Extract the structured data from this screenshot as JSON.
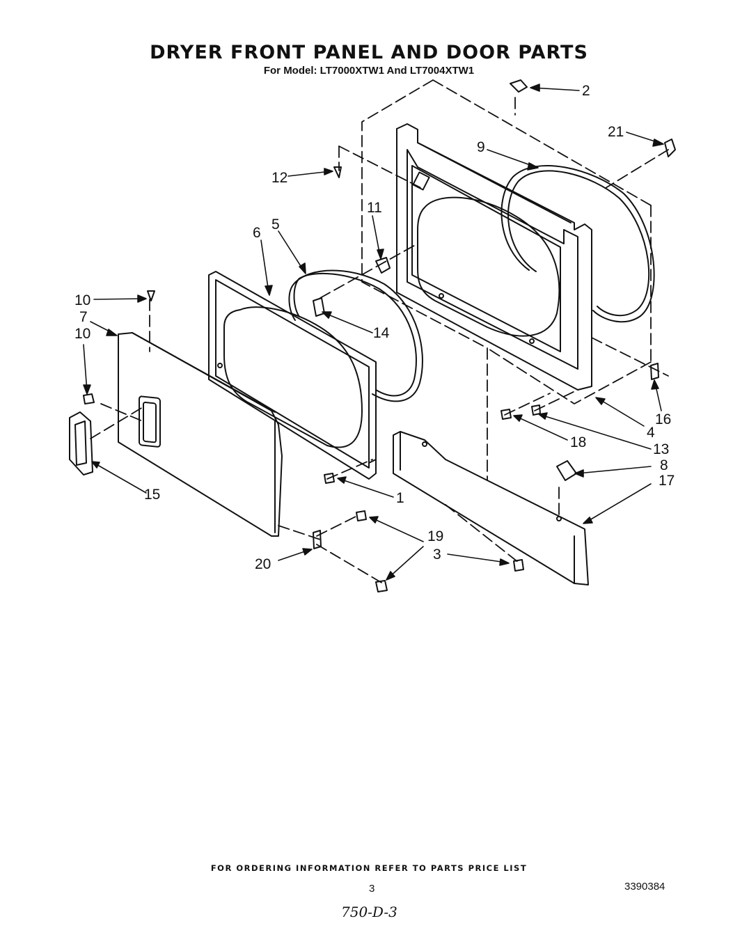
{
  "title": "DRYER FRONT PANEL AND DOOR PARTS",
  "subtitle": "For Model: LT7000XTW1 And LT7004XTW1",
  "callouts": {
    "c1": "1",
    "c2": "2",
    "c3": "3",
    "c4": "4",
    "c5": "5",
    "c6": "6",
    "c7": "7",
    "c8": "8",
    "c9": "9",
    "c10a": "10",
    "c10b": "10",
    "c11": "11",
    "c12": "12",
    "c13": "13",
    "c14": "14",
    "c15": "15",
    "c16": "16",
    "c17": "17",
    "c18": "18",
    "c19": "19",
    "c20": "20",
    "c21": "21"
  },
  "footer": {
    "ordering_note": "FOR ORDERING INFORMATION REFER TO PARTS PRICE LIST",
    "page_number": "3",
    "part_number": "3390384",
    "handwritten": "750-D-3"
  }
}
